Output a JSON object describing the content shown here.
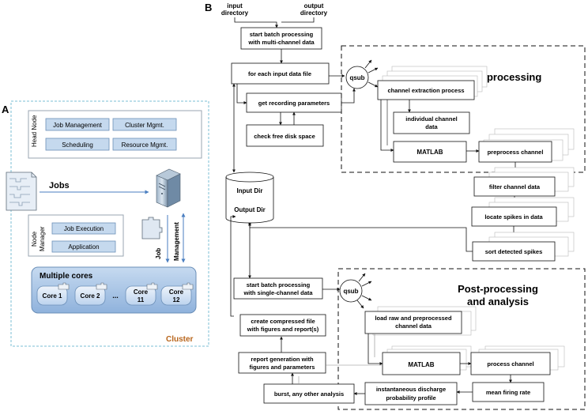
{
  "panel_a": {
    "label": "A",
    "head_node_label": "Head Node",
    "head_buttons": [
      "Job Management",
      "Cluster Mgmt.",
      "Scheduling",
      "Resource Mgmt."
    ],
    "jobs_label": "Jobs",
    "node_manager_label_1": "Node",
    "node_manager_label_2": "Manager",
    "node_buttons": [
      "Job Execution",
      "Application"
    ],
    "job_arrow_label": "Job",
    "management_arrow_label": "Management",
    "multiple_cores_label": "Multiple cores",
    "cores": [
      "Core 1",
      "Core 2",
      "Core",
      "Core"
    ],
    "cores_line2": [
      "",
      "",
      "11",
      "12"
    ],
    "ellipsis": "...",
    "cluster_label": "Cluster"
  },
  "panel_b": {
    "label": "B",
    "input_directory_1": "input",
    "input_directory_2": "directory",
    "output_directory_1": "output",
    "output_directory_2": "directory",
    "start_batch_multi_1": "start batch processing",
    "start_batch_multi_2": "with multi-channel data",
    "for_each_input": "for each input data file",
    "get_recording": "get recording parameters",
    "check_free_disk": "check free disk space",
    "qsub_top": "qsub",
    "preprocessing_title": "Pre-processing",
    "channel_extraction": "channel extraction process",
    "individual_channel_1": "individual channel",
    "individual_channel_2": "data",
    "matlab_top": "MATLAB",
    "preprocess_channel": "preprocess channel",
    "filter_channel": "filter channel data",
    "locate_spikes": "locate spikes in data",
    "sort_spikes": "sort detected spikes",
    "input_dir": "Input Dir",
    "output_dir": "Output Dir",
    "start_batch_single_1": "start batch processing",
    "start_batch_single_2": "with single-channel data",
    "qsub_bottom": "qsub",
    "postprocessing_title_1": "Post-processing",
    "postprocessing_title_2": "and analysis",
    "create_compressed_1": "create compressed file",
    "create_compressed_2": "with figures and report(s)",
    "load_raw_1": "load raw and preprocessed",
    "load_raw_2": "channel data",
    "report_generation_1": "report generation with",
    "report_generation_2": "figures and parameters",
    "matlab_bottom": "MATLAB",
    "process_channel": "process channel",
    "burst_analysis": "burst, any other analysis",
    "instantaneous_1": "instantaneous discharge",
    "instantaneous_2": "probability profile",
    "mean_firing_rate": "mean firing rate"
  },
  "colors": {
    "cluster_border": "#7bbfd4",
    "button_fill": "#c5d9ee",
    "cores_fill": "#a9c6e6",
    "core_fill": "#d7e6f5",
    "cluster_text": "#b8651b",
    "arrow_blue": "#4a7ec0"
  }
}
